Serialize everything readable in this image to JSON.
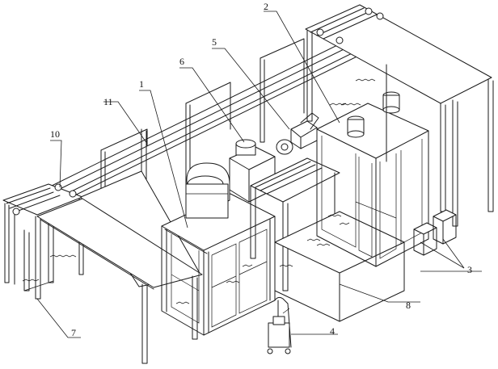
{
  "labels": [
    {
      "id": "label-1",
      "text": "1"
    },
    {
      "id": "label-2",
      "text": "2"
    },
    {
      "id": "label-3",
      "text": "3"
    },
    {
      "id": "label-4",
      "text": "4"
    },
    {
      "id": "label-5",
      "text": "5"
    },
    {
      "id": "label-6",
      "text": "6"
    },
    {
      "id": "label-7",
      "text": "7"
    },
    {
      "id": "label-8",
      "text": "8"
    },
    {
      "id": "label-10",
      "text": "10"
    },
    {
      "id": "label-11",
      "text": "11"
    }
  ]
}
